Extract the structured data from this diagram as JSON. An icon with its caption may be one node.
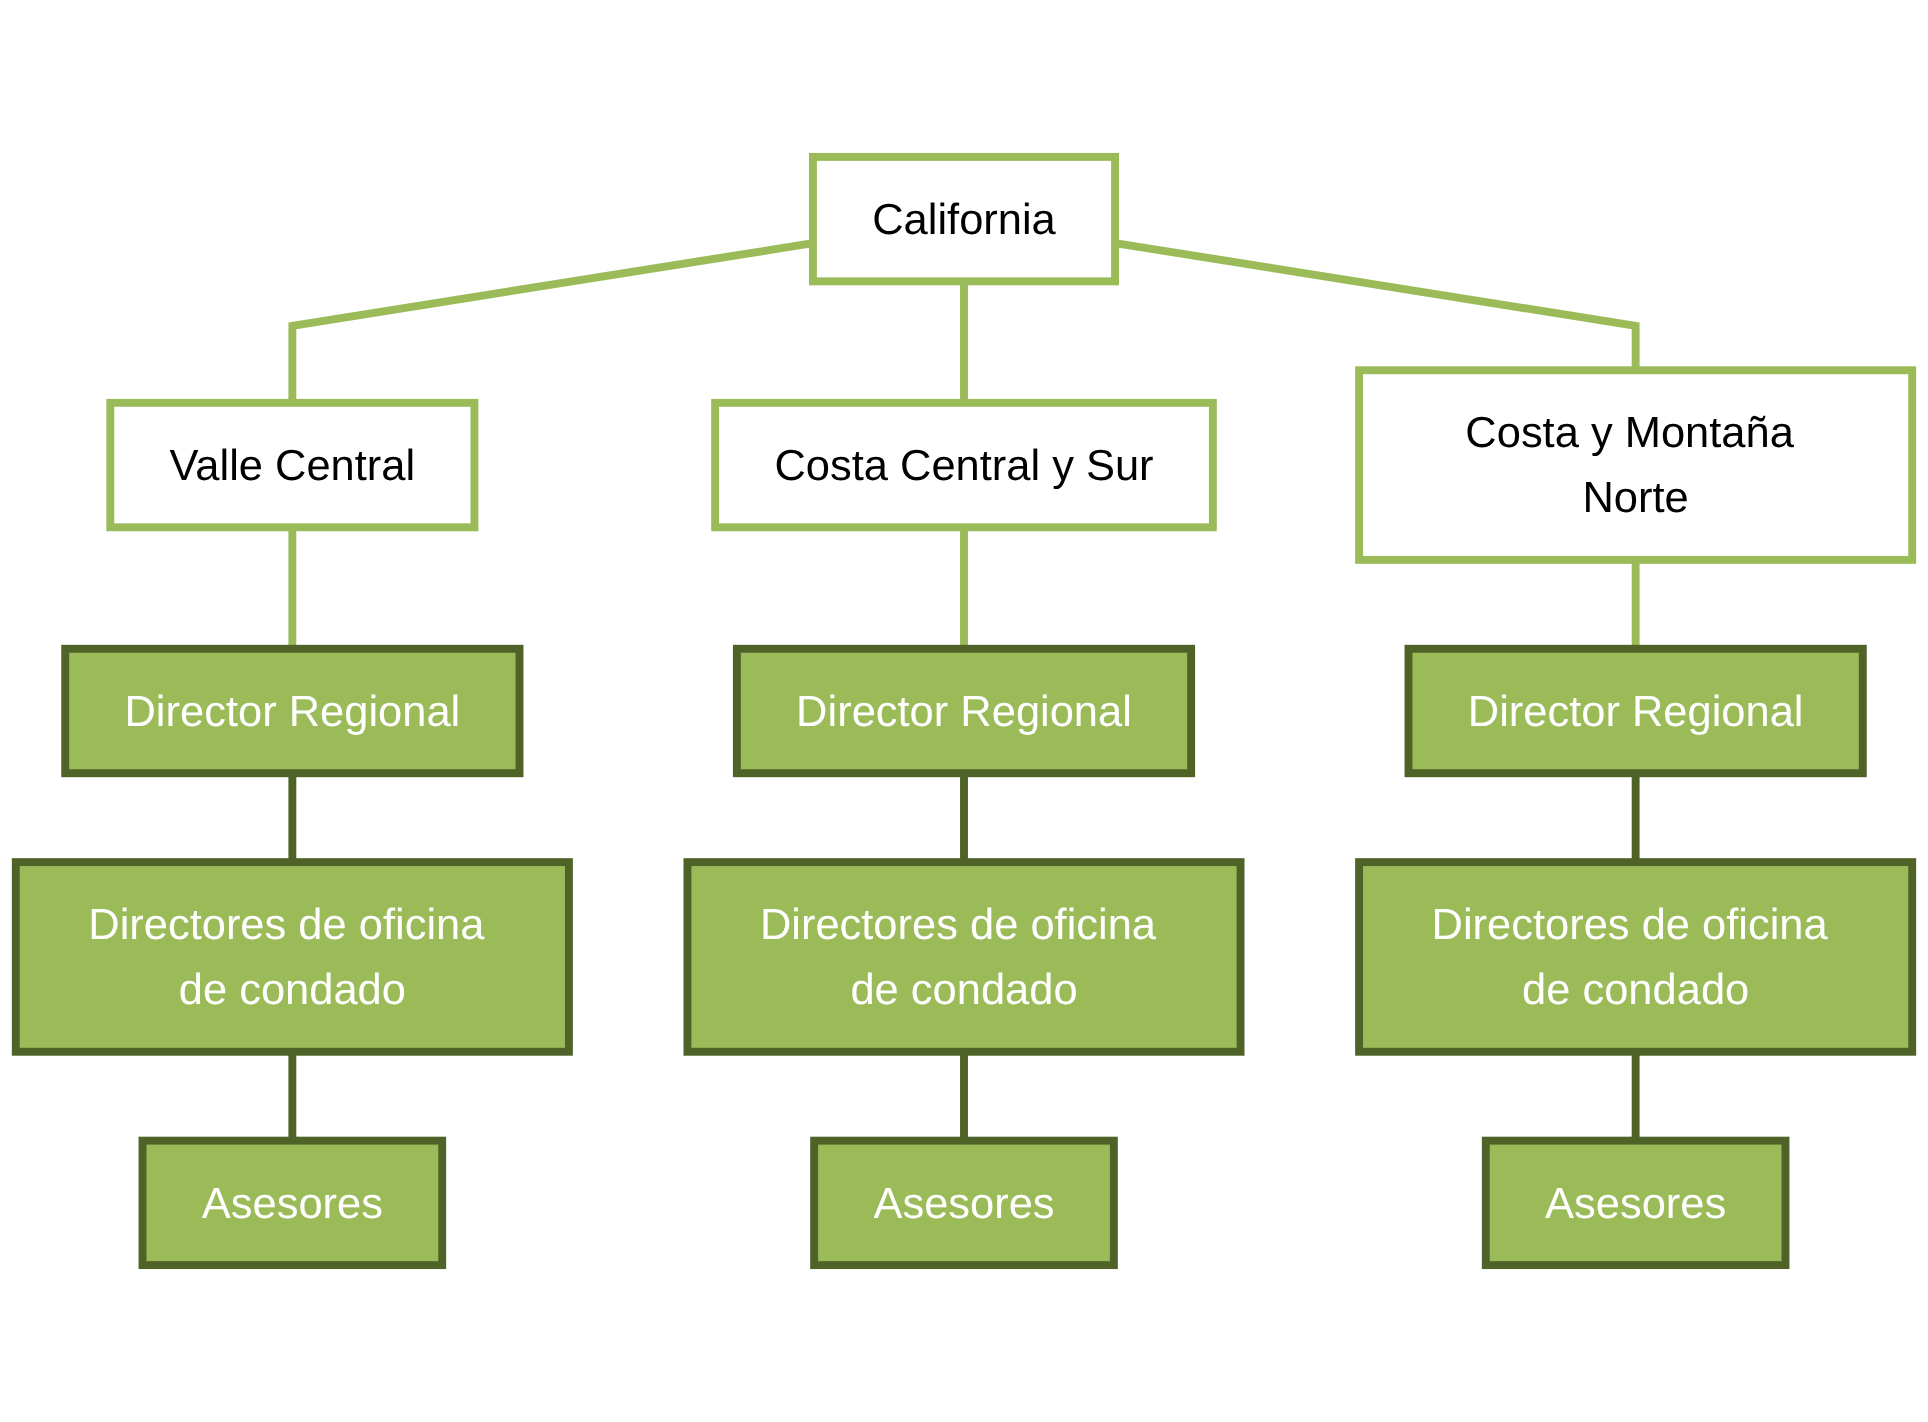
{
  "diagram": {
    "nodes": [
      {
        "text": [
          "California"
        ]
      },
      {
        "text": [
          "Valle Central"
        ]
      },
      {
        "text": [
          "Costa Central y Sur"
        ]
      },
      {
        "text": [
          "Costa y Montaña Norte"
        ]
      },
      {
        "text": [
          "Director Regional"
        ]
      },
      {
        "text": [
          "Director Regional"
        ]
      },
      {
        "text": [
          "Director Regional"
        ]
      },
      {
        "text": [
          "Directores de oficina de condado"
        ]
      },
      {
        "text": [
          "Directores de oficina de condado"
        ]
      },
      {
        "text": [
          "Directores de oficina de condado"
        ]
      },
      {
        "text": [
          "Asesores"
        ]
      },
      {
        "text": [
          "Asesores"
        ]
      },
      {
        "text": [
          "Asesores"
        ]
      }
    ],
    "edges": [
      {
        "from": 0,
        "to": 1,
        "arrow": "none"
      },
      {
        "from": 0,
        "to": 2,
        "arrow": "none"
      },
      {
        "from": 0,
        "to": 3,
        "arrow": "none"
      },
      {
        "from": 1,
        "to": 4,
        "arrow": "none"
      },
      {
        "from": 2,
        "to": 5,
        "arrow": "none"
      },
      {
        "from": 3,
        "to": 6,
        "arrow": "none"
      },
      {
        "from": 4,
        "to": 7,
        "arrow": "none",
        "color": "#4f6228"
      },
      {
        "from": 5,
        "to": 8,
        "arrow": "none",
        "color": "#4f6228"
      },
      {
        "from": 6,
        "to": 9,
        "arrow": "none",
        "color": "#4f6228"
      },
      {
        "from": 7,
        "to": 10,
        "arrow": "none",
        "color": "#4f6228"
      },
      {
        "from": 8,
        "to": 11,
        "arrow": "none",
        "color": "#4f6228"
      },
      {
        "from": 9,
        "to": 12,
        "arrow": "none",
        "color": "#4f6228"
      }
    ]
  }
}
